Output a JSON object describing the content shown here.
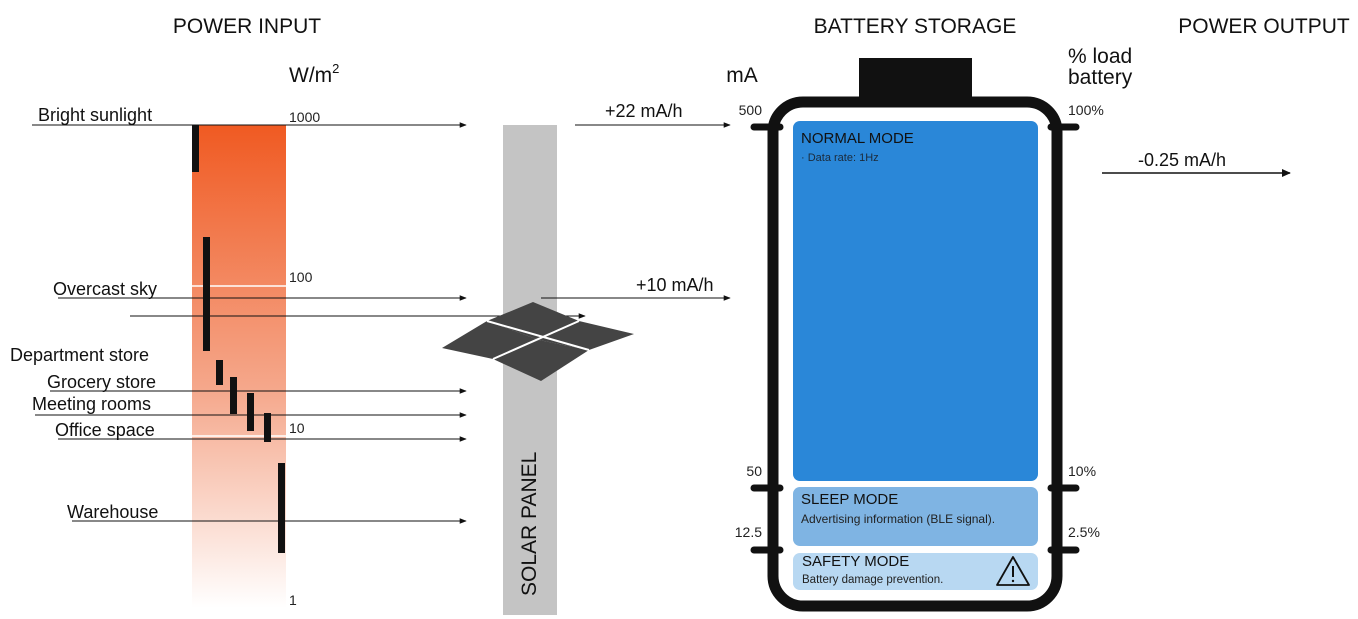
{
  "headings": {
    "power_input": "POWER INPUT",
    "battery_storage": "BATTERY STORAGE",
    "power_output": "POWER OUTPUT"
  },
  "input": {
    "unit_base": "W/m",
    "unit_exp": "2",
    "scale_ticks": [
      "1000",
      "100",
      "10",
      "1"
    ],
    "sources": [
      {
        "label": "Bright sunlight"
      },
      {
        "label": "Overcast sky"
      },
      {
        "label": "Department store"
      },
      {
        "label": "Grocery store"
      },
      {
        "label": "Meeting rooms"
      },
      {
        "label": "Office space"
      },
      {
        "label": "Warehouse"
      }
    ],
    "gradient_colors": {
      "top": "#f05a22",
      "bottom": "#ffffff"
    }
  },
  "solar_panel": {
    "label": "SOLAR PANEL",
    "color": "#c4c4c4",
    "cell_color": "#444444"
  },
  "charging": {
    "high_rate": "+22 mA/h",
    "low_rate": "+10 mA/h"
  },
  "battery": {
    "left_unit": "mA",
    "left_ticks": [
      "500",
      "50",
      "12.5"
    ],
    "right_unit_line1": "% load",
    "right_unit_line2": "battery",
    "right_ticks": [
      "100%",
      "10%",
      "2.5%"
    ],
    "modes": [
      {
        "title": "NORMAL MODE",
        "detail": "· Data rate: 1Hz",
        "color": "#2a87d8"
      },
      {
        "title": "SLEEP MODE",
        "detail": "Advertising information (BLE signal).",
        "color": "#7fb4e3"
      },
      {
        "title": "SAFETY MODE",
        "detail": "Battery damage prevention.",
        "color": "#b8d8f2"
      }
    ],
    "warning_icon": "warning-triangle-icon"
  },
  "output": {
    "rate": "-0.25 mA/h"
  }
}
